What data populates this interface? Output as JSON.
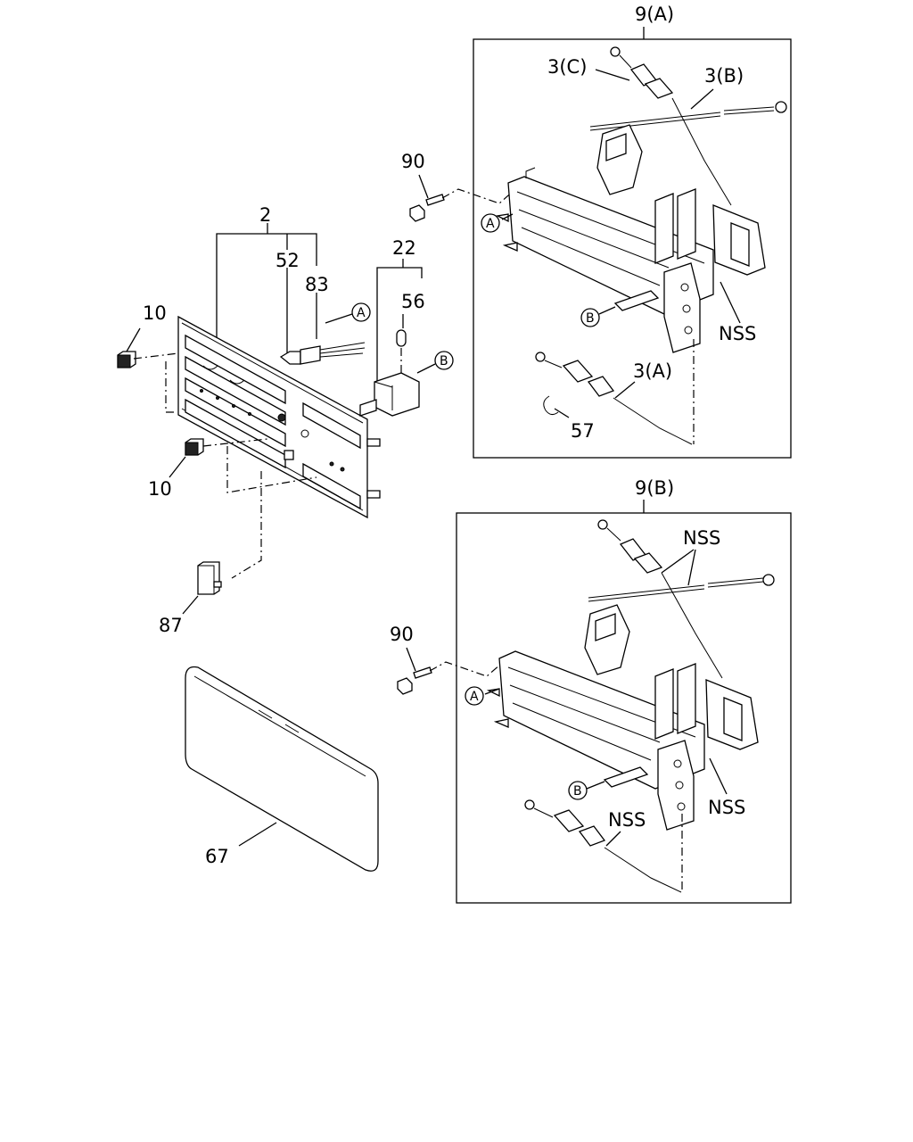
{
  "labels": {
    "assy_9a": "9(A)",
    "assy_9b": "9(B)",
    "p2": "2",
    "p52": "52",
    "p83": "83",
    "p10_top": "10",
    "p10_bottom": "10",
    "p22": "22",
    "p56": "56",
    "p90_top": "90",
    "p90_bottom": "90",
    "p87": "87",
    "p67": "67",
    "p3c": "3(C)",
    "p3b": "3(B)",
    "p3a": "3(A)",
    "p57": "57",
    "nss_9a": "NSS",
    "nss_9b_top": "NSS",
    "nss_9b_right": "NSS",
    "nss_9b_cable": "NSS"
  },
  "callouts": {
    "a_panel": "A",
    "b_panel": "B",
    "a_9a": "A",
    "b_9a": "B",
    "a_9b": "A",
    "b_9b": "B"
  }
}
